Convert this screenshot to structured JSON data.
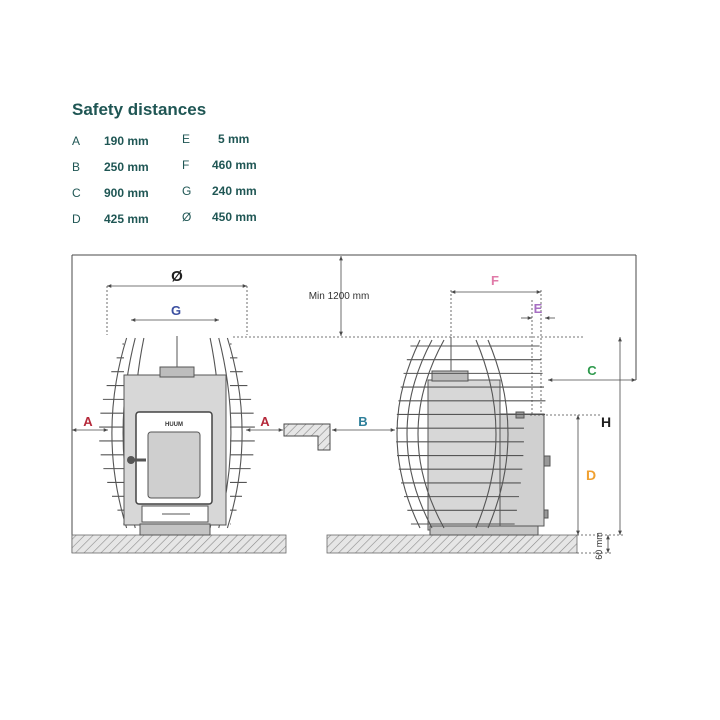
{
  "title": "Safety distances",
  "distances": [
    {
      "key": "A",
      "value": "190 mm"
    },
    {
      "key": "B",
      "value": "250 mm"
    },
    {
      "key": "C",
      "value": "900 mm"
    },
    {
      "key": "D",
      "value": "425 mm"
    },
    {
      "key": "E",
      "value": "5 mm"
    },
    {
      "key": "F",
      "value": "460 mm"
    },
    {
      "key": "G",
      "value": "240 mm"
    },
    {
      "key": "Ø",
      "value": "450 mm"
    }
  ],
  "diagram": {
    "labels": {
      "diameter": "Ø",
      "g": "G",
      "a": "A",
      "b": "B",
      "c": "C",
      "d": "D",
      "e": "E",
      "f": "F",
      "h": "H",
      "min_height": "Min 1200 mm",
      "floor_height": "60 mm",
      "door_logo": "HUUM"
    },
    "colors": {
      "text": "#1f5654",
      "a": "#b5293a",
      "b": "#2e7f9a",
      "c": "#2e9a4d",
      "d": "#f0a030",
      "e": "#a76fc3",
      "f": "#e07aa8",
      "g": "#3b4fa0",
      "h": "#1f1f1f",
      "line": "#4a4a4a",
      "floor": "#c8c8c8"
    }
  }
}
